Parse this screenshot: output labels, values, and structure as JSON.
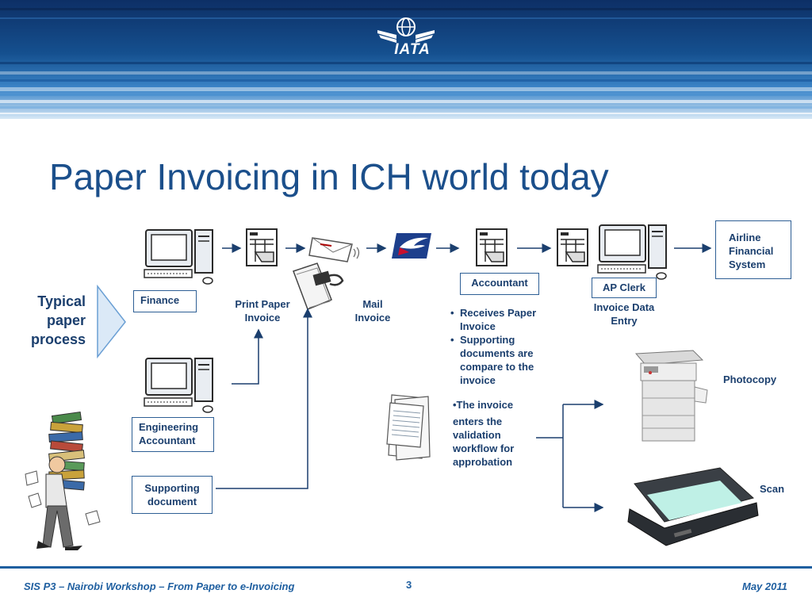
{
  "header": {
    "logo_text": "IATA"
  },
  "title": "Paper Invoicing in ICH world today",
  "typical_process": "Typical paper process",
  "roles": {
    "finance": "Finance",
    "engineering_accountant": "Engineering Accountant",
    "supporting_document": "Supporting document",
    "accountant": "Accountant",
    "ap_clerk": "AP Clerk",
    "airline_financial_system": "Airline Financial System"
  },
  "steps": {
    "print_paper_invoice": "Print Paper Invoice",
    "mail_invoice": "Mail Invoice",
    "invoice_data_entry": "Invoice Data Entry",
    "photocopy": "Photocopy",
    "scan": "Scan"
  },
  "accountant_notes": [
    "Receives Paper Invoice",
    "Supporting documents are compare to the invoice"
  ],
  "workflow_note": {
    "line1": "•The  invoice",
    "line2": "enters the validation workflow for approbation"
  },
  "footer": {
    "left": "SIS P3 – Nairobi Workshop – From Paper to e-Invoicing",
    "page": "3",
    "date": "May 2011"
  },
  "colors": {
    "brand_blue": "#1b4f8b",
    "header_dark": "#0d2f66",
    "accent_blue": "#1f5fa0"
  },
  "icons": [
    "computer-icon",
    "invoice-form-icon",
    "envelope-icon",
    "usps-eagle-icon",
    "binder-clip-icon",
    "paper-stack-icon",
    "photocopier-icon",
    "scanner-icon",
    "person-carrying-files-icon",
    "iata-globe-logo"
  ]
}
